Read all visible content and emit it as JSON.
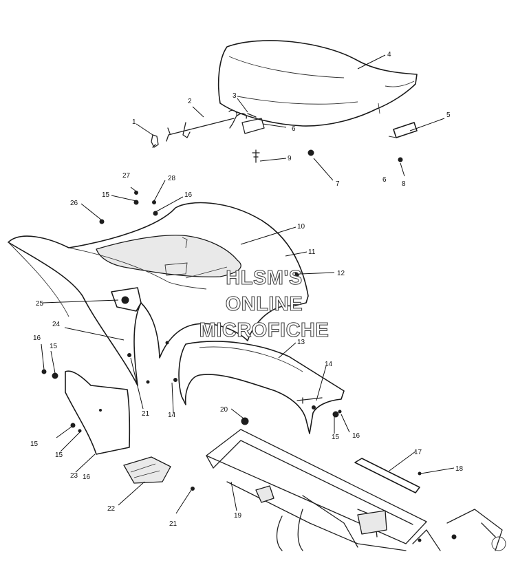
{
  "watermark": [
    "HLSM'S",
    "ONLINE",
    "MICROFICHE"
  ],
  "callouts": [
    "1",
    "2",
    "3",
    "4",
    "5",
    "6",
    "6",
    "7",
    "8",
    "9",
    "10",
    "11",
    "12",
    "13",
    "14",
    "14",
    "15",
    "15",
    "15",
    "15",
    "15",
    "16",
    "16",
    "16",
    "16",
    "17",
    "18",
    "19",
    "20",
    "21",
    "21",
    "22",
    "23",
    "24",
    "25",
    "26",
    "27",
    "28"
  ]
}
